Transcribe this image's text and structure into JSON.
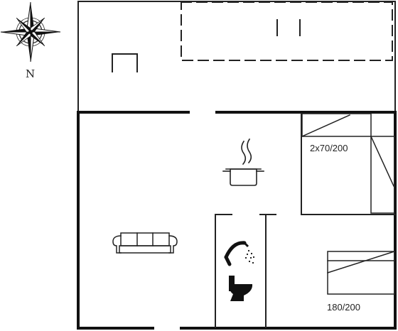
{
  "compass": {
    "north_label": "N"
  },
  "rooms": {
    "bedroom_top": {
      "bed_label": "2x70/200"
    },
    "bedroom_bottom": {
      "bed_label": "180/200"
    }
  },
  "colors": {
    "wall": "#111111",
    "line": "#222222",
    "background": "#ffffff"
  },
  "icons": [
    "compass-rose-icon",
    "cooking-pot-icon",
    "sofa-icon",
    "shower-icon",
    "toilet-icon",
    "bed-icon"
  ]
}
